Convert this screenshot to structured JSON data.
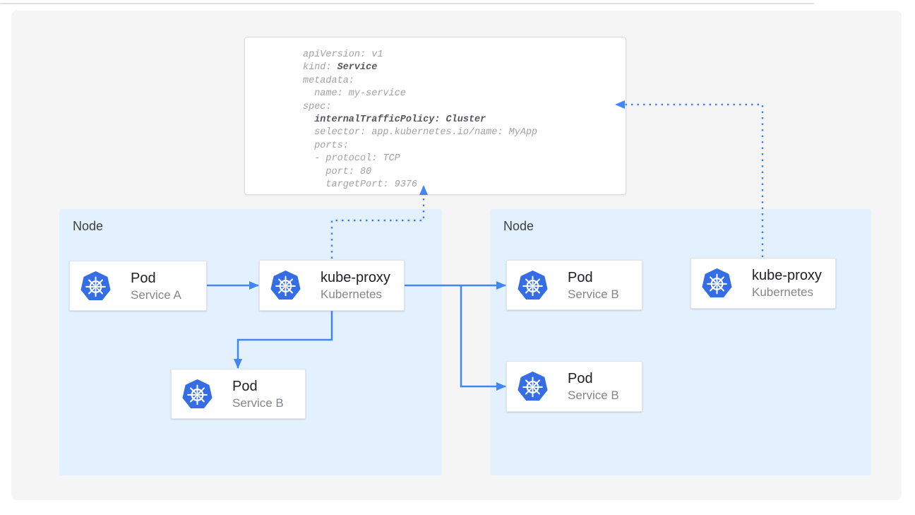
{
  "code_panel": {
    "lines": [
      {
        "pre": "apiVersion: v1",
        "bold": "",
        "post": ""
      },
      {
        "pre": "kind: ",
        "bold": "Service",
        "post": ""
      },
      {
        "pre": "metadata:",
        "bold": "",
        "post": ""
      },
      {
        "pre": "  name: my-service",
        "bold": "",
        "post": ""
      },
      {
        "pre": "spec:",
        "bold": "",
        "post": ""
      },
      {
        "pre": "  ",
        "bold": "internalTrafficPolicy: Cluster",
        "post": ""
      },
      {
        "pre": "  selector: app.kubernetes.io/name: MyApp",
        "bold": "",
        "post": ""
      },
      {
        "pre": "  ports:",
        "bold": "",
        "post": ""
      },
      {
        "pre": "  - protocol: TCP",
        "bold": "",
        "post": ""
      },
      {
        "pre": "    port: 80",
        "bold": "",
        "post": ""
      },
      {
        "pre": "    targetPort: 9376",
        "bold": "",
        "post": ""
      }
    ]
  },
  "nodes": {
    "left": {
      "label": "Node"
    },
    "right": {
      "label": "Node"
    }
  },
  "cards": {
    "pod_a": {
      "title": "Pod",
      "subtitle": "Service A",
      "icon": "kubernetes-helm-icon"
    },
    "kube_proxy_left": {
      "title": "kube-proxy",
      "subtitle": "Kubernetes",
      "icon": "kubernetes-helm-icon"
    },
    "pod_b_left": {
      "title": "Pod",
      "subtitle": "Service B",
      "icon": "kubernetes-helm-icon"
    },
    "pod_b_right_top": {
      "title": "Pod",
      "subtitle": "Service B",
      "icon": "kubernetes-helm-icon"
    },
    "pod_b_right_bottom": {
      "title": "Pod",
      "subtitle": "Service B",
      "icon": "kubernetes-helm-icon"
    },
    "kube_proxy_right": {
      "title": "kube-proxy",
      "subtitle": "Kubernetes",
      "icon": "kubernetes-helm-icon"
    }
  },
  "colors": {
    "node_bg": "#e3f0fd",
    "arrow_blue": "#4285f4",
    "k8s_blue": "#356de4",
    "card_title": "#202124",
    "card_subtitle": "#82878d",
    "node_label": "#3c4043",
    "code_normal": "#a2a2a4",
    "code_bold": "#56575a",
    "panel_bg": "#f5f5f6"
  }
}
